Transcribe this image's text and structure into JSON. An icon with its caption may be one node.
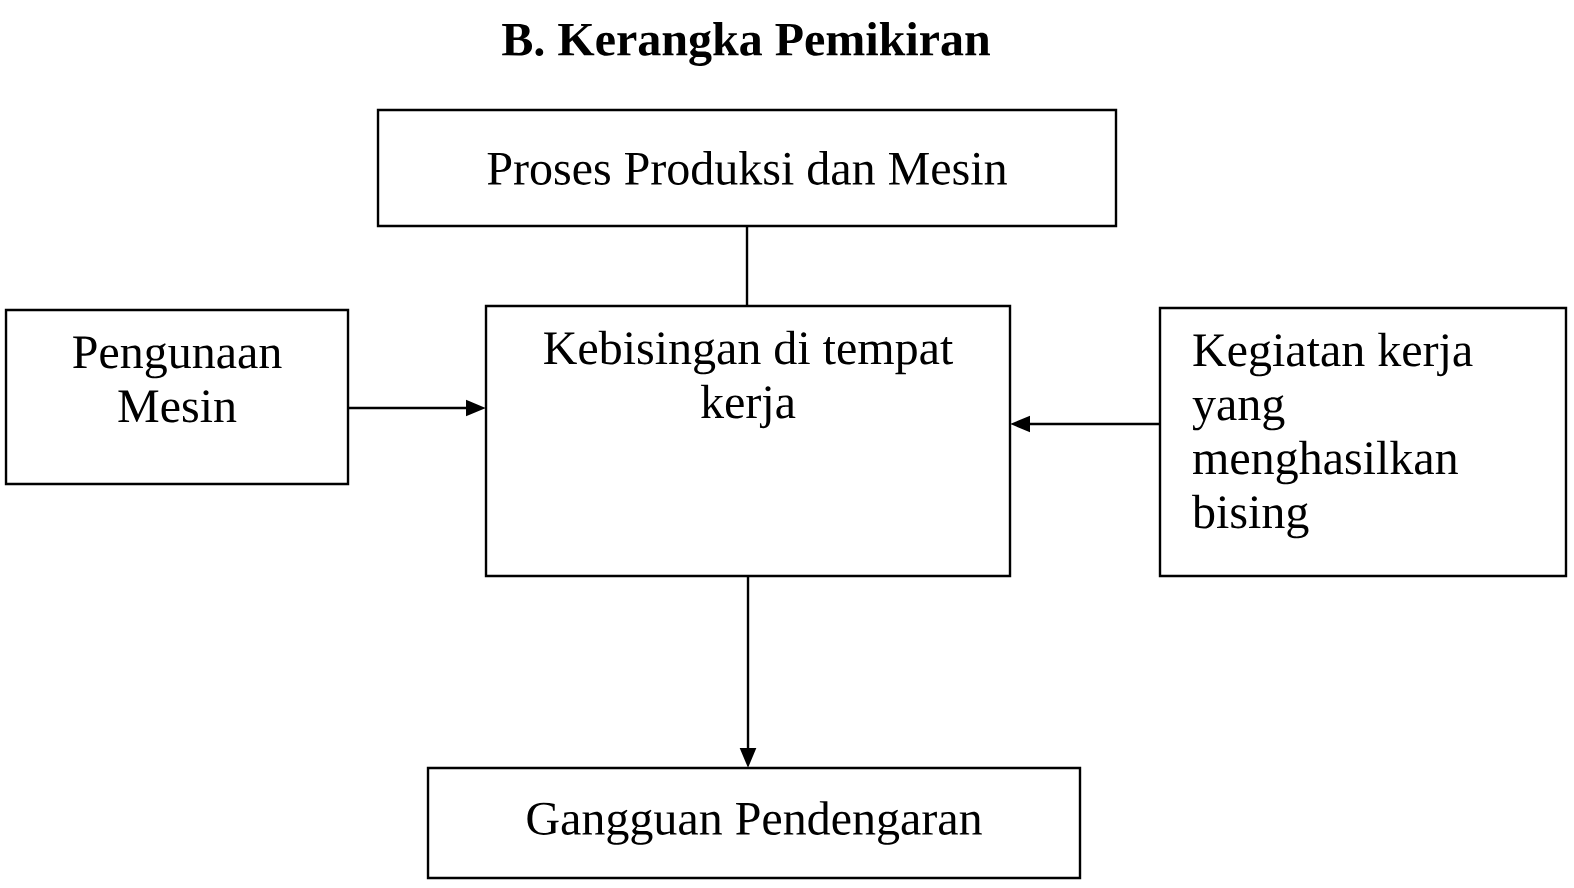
{
  "diagram": {
    "title": "B. Kerangka Pemikiran",
    "nodes": [
      {
        "text": [
          "Proses Produksi dan Mesin"
        ]
      },
      {
        "text": [
          "Pengunaan Mesin"
        ]
      },
      {
        "text": [
          "Kebisingan di tempat kerja"
        ]
      },
      {
        "text": [
          "Kegiatan kerja yang menghasilkan bising"
        ]
      },
      {
        "text": [
          "Gangguan Pendengaran"
        ]
      }
    ],
    "edges": [
      {
        "from": 0,
        "to": 2,
        "arrow": "none"
      },
      {
        "from": 1,
        "to": 2,
        "arrow": "to"
      },
      {
        "from": 3,
        "to": 2,
        "arrow": "to"
      },
      {
        "from": 2,
        "to": 4,
        "arrow": "to"
      }
    ]
  }
}
